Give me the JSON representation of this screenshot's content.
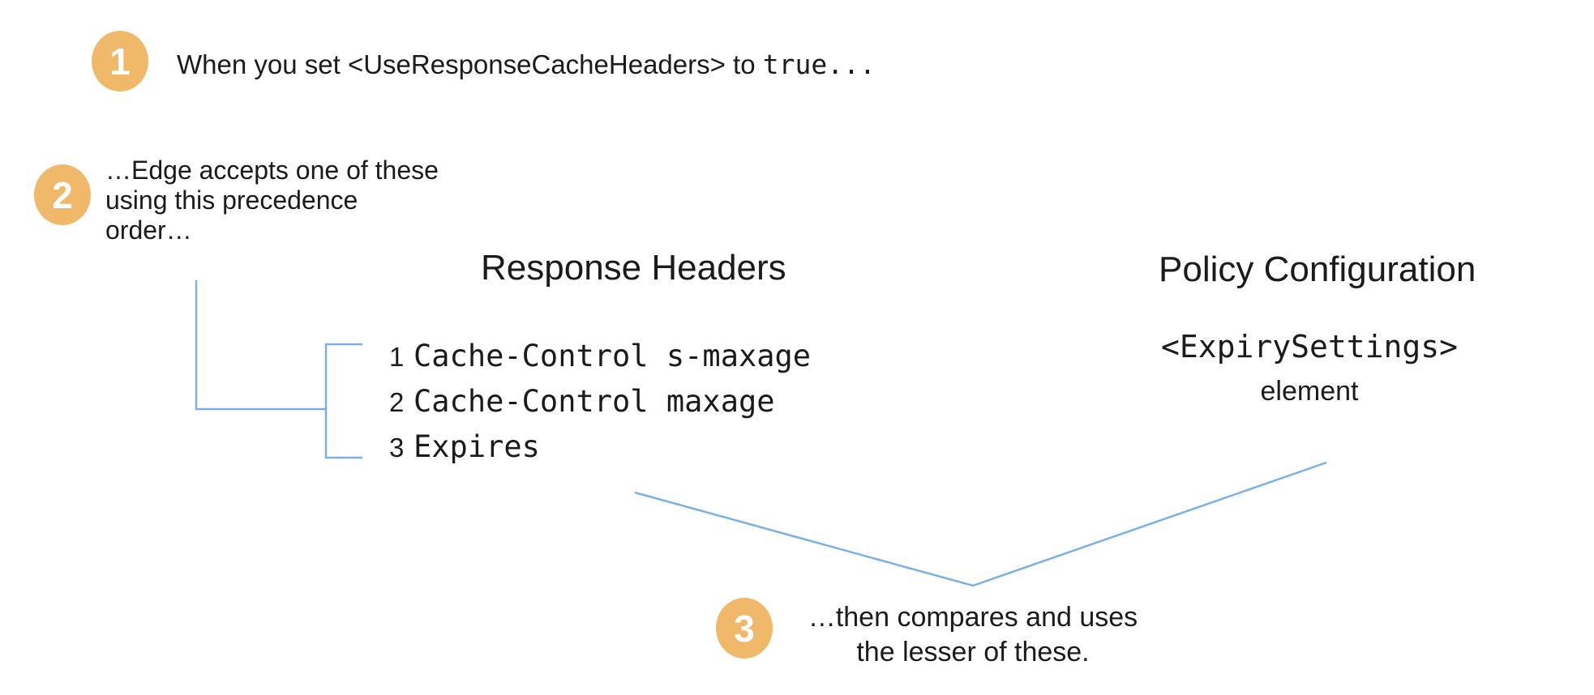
{
  "diagram_title": "ResponseCache header precedence diagram",
  "colors": {
    "badge_orange": "#F0B869",
    "connector_blue": "#7AB0E2",
    "text": "#1b1b1b",
    "background": "#ffffff"
  },
  "steps": [
    {
      "number": "1",
      "text_prefix": "When you set <UseResponseCacheHeaders> to ",
      "text_code": "true..."
    },
    {
      "number": "2",
      "lines": [
        "…Edge accepts one of these",
        "using this precedence",
        "order…"
      ]
    },
    {
      "number": "3",
      "lines": [
        "…then compares and uses",
        "the lesser of these."
      ]
    }
  ],
  "columns": {
    "response_headers": {
      "title": "Response Headers",
      "items": [
        {
          "rank": "1",
          "code": "Cache-Control s-maxage"
        },
        {
          "rank": "2",
          "code": "Cache-Control maxage"
        },
        {
          "rank": "3",
          "code": "Expires"
        }
      ]
    },
    "policy_configuration": {
      "title": "Policy Configuration",
      "code": "<ExpirySettings>",
      "label": "element"
    }
  }
}
